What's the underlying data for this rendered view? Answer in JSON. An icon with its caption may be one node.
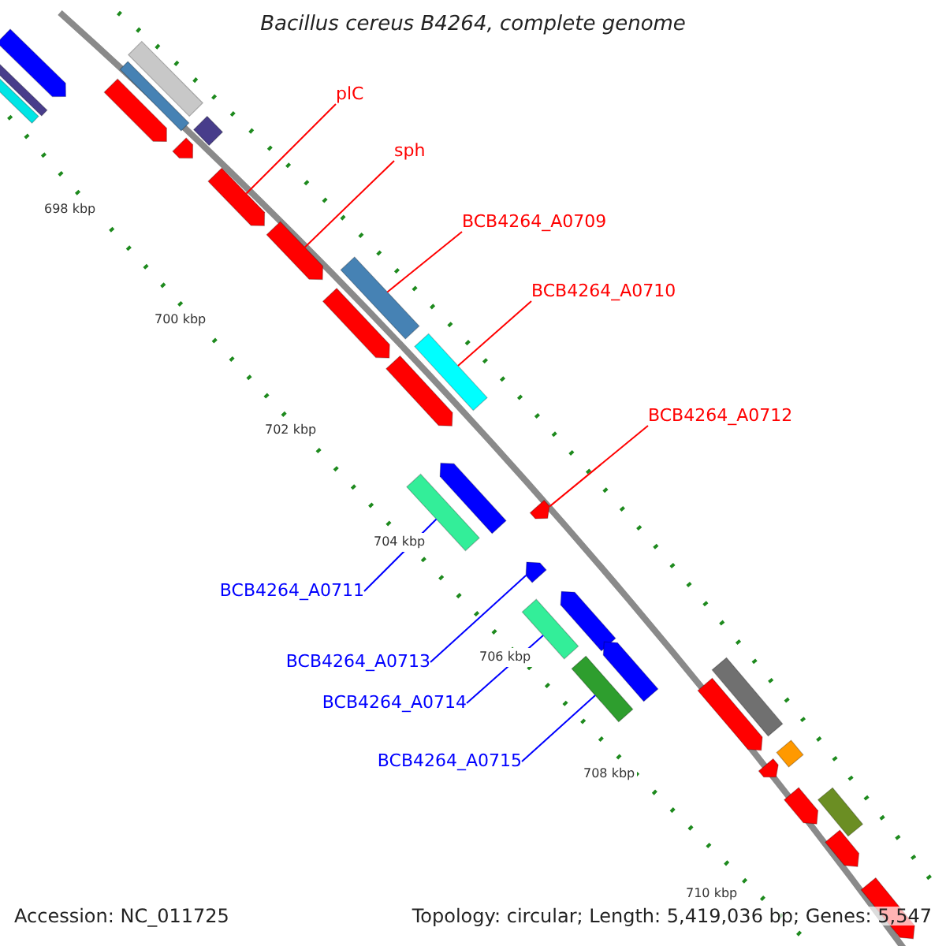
{
  "diagram": {
    "title": "Bacillus cereus B4264, complete genome",
    "nodes": [
      {
        "text": [
          "plC"
        ]
      },
      {
        "text": [
          "sph"
        ]
      },
      {
        "text": [
          "BCB4264_A0709"
        ]
      },
      {
        "text": [
          "BCB4264_A0710"
        ]
      },
      {
        "text": [
          "BCB4264_A0712"
        ]
      },
      {
        "text": [
          "BCB4264_A0711"
        ]
      },
      {
        "text": [
          "BCB4264_A0713"
        ]
      },
      {
        "text": [
          "BCB4264_A0714"
        ]
      },
      {
        "text": [
          "BCB4264_A0715"
        ]
      },
      {
        "text": [],
        "shape": "bar"
      },
      {
        "text": [],
        "shape": "bar"
      },
      {
        "text": [],
        "shape": "bar"
      },
      {
        "text": [],
        "shape": "bar"
      },
      {
        "text": [],
        "shape": "bar"
      },
      {
        "text": [],
        "shape": "bar"
      },
      {
        "text": [],
        "shape": "bar"
      },
      {
        "text": [],
        "shape": "bar"
      },
      {
        "text": [],
        "shape": "bar"
      },
      {
        "text": [],
        "shape": "bar"
      },
      {
        "text": [],
        "shape": "bar"
      },
      {
        "text": [],
        "shape": "bar"
      },
      {
        "text": [],
        "shape": "bar"
      },
      {
        "text": [],
        "shape": "bar"
      },
      {
        "text": [],
        "shape": "bar"
      },
      {
        "text": [],
        "shape": "bar"
      },
      {
        "text": [],
        "shape": "bar"
      },
      {
        "text": [],
        "shape": "bar"
      },
      {
        "text": [],
        "shape": "bar"
      },
      {
        "text": [],
        "shape": "bar"
      },
      {
        "text": [],
        "shape": "bar"
      },
      {
        "text": [],
        "shape": "bar"
      },
      {
        "text": [],
        "shape": "bar"
      },
      {
        "text": [],
        "shape": "bar"
      },
      {
        "text": [],
        "shape": "bar"
      },
      {
        "text": [],
        "shape": "bar"
      },
      {
        "text": [],
        "shape": "bar"
      },
      {
        "text": [],
        "shape": "bar"
      },
      {
        "text": [],
        "shape": "bar"
      },
      {
        "text": [],
        "shape": "bar"
      }
    ],
    "edges": [
      {
        "from": 0,
        "to": 17,
        "arrow": "none"
      },
      {
        "from": 1,
        "to": 18,
        "arrow": "none"
      },
      {
        "from": 2,
        "to": 19,
        "arrow": "none"
      },
      {
        "from": 3,
        "to": 21,
        "arrow": "none"
      },
      {
        "from": 4,
        "to": 23,
        "arrow": "none"
      },
      {
        "from": 5,
        "to": 25,
        "arrow": "none",
        "color": "#0000ff"
      },
      {
        "from": 6,
        "to": 26,
        "arrow": "none",
        "color": "#0000ff"
      },
      {
        "from": 7,
        "to": 28,
        "arrow": "none",
        "color": "#0000ff"
      },
      {
        "from": 8,
        "to": 30,
        "arrow": "none",
        "color": "#0000ff"
      }
    ],
    "labels": [
      "698 kbp",
      "700 kbp",
      "702 kbp",
      "704 kbp",
      "706 kbp",
      "708 kbp",
      "710 kbp",
      "Accession: NC_011725",
      "Topology: circular; Length: 5,419,036 bp; Genes: 5,547"
    ]
  }
}
